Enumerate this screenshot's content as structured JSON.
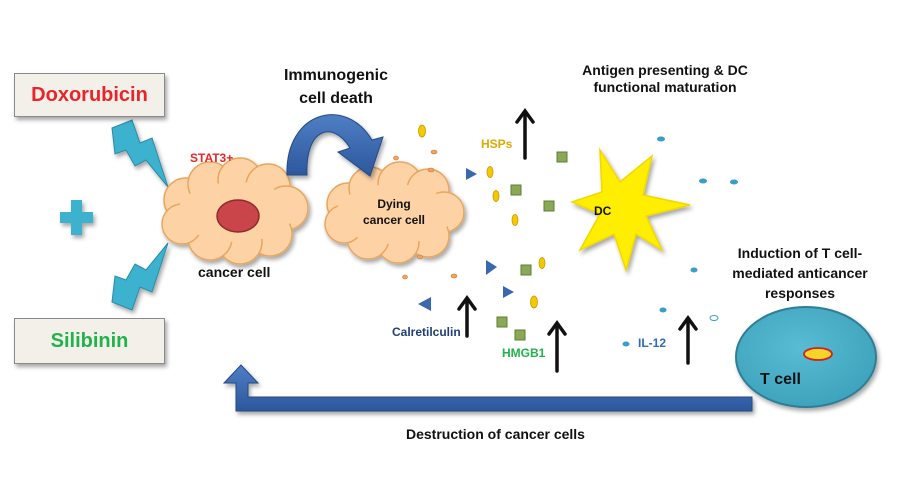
{
  "drugs": {
    "doxorubicin": "Doxorubicin",
    "silibinin": "Silibinin"
  },
  "labels": {
    "stat3": "STAT3+",
    "cancer_cell": "cancer cell",
    "icd_line1": "Immunogenic",
    "icd_line2": "cell death",
    "dying_line1": "Dying",
    "dying_line2": "cancer cell",
    "hsps": "HSPs",
    "calreticulin": "Calretilculin",
    "hmgb1": "HMGB1",
    "dc": "DC",
    "antigen_line1": "Antigen presenting & DC",
    "antigen_line2": "functional maturation",
    "induction_line1": "Induction of T cell-",
    "induction_line2": "mediated anticancer",
    "induction_line3": "responses",
    "il12": "IL-12",
    "t_cell": "T cell",
    "destruction": "Destruction of cancer cells"
  },
  "colors": {
    "doxorubicin_text": "#e8262a",
    "silibinin_text": "#22b24c",
    "stat3_text": "#e8262a",
    "cell_fill": "#fdd3a6",
    "nucleus_fill": "#c9454a",
    "arrow_blue": "#3a68b0",
    "lightning": "#3eb2cf",
    "dc_yellow": "#ffee00",
    "hsps_text": "#e0a800",
    "calreticulin_text": "#1f3f73",
    "hmgb1_text": "#22b24c",
    "il12_text": "#2e6db5",
    "tcell_fill": "#47adc6",
    "hmgb1_square": "#8aa957",
    "hsp_particle": "#f5c800",
    "calreticulin_triangle": "#3a68b0"
  }
}
